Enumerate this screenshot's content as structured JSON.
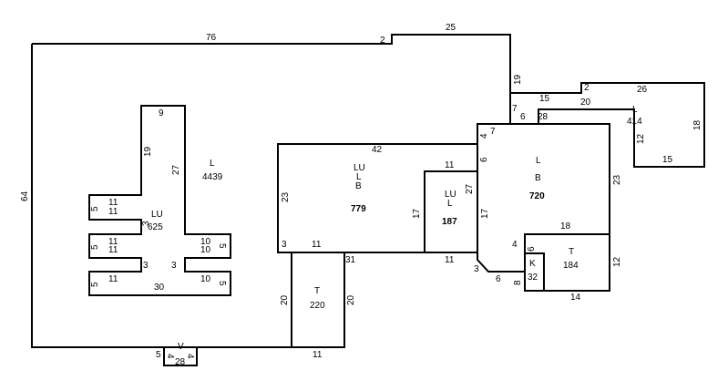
{
  "sketch": {
    "dimensions": {
      "top_left": "76",
      "top_notch": "2",
      "top_right": "25",
      "upper_step": "19",
      "left_side": "64",
      "step_a": "7",
      "step_b": "6",
      "wing_28": "28",
      "wing_15": "15",
      "wing_2": "2",
      "wing_20": "20",
      "wing_26": "26",
      "wing_18": "18",
      "wing_12": "12",
      "wing_15b": "15",
      "cross_9": "9",
      "cross_19": "19",
      "cross_27": "27",
      "cross_11a": "11",
      "cross_11b": "11",
      "cross_5a": "5",
      "cross_3a": "3",
      "cross_11c": "11",
      "cross_11d": "11",
      "cross_5b": "5",
      "cross_10a": "10",
      "cross_10b": "10",
      "cross_5c": "5",
      "cross_3b": "3",
      "cross_3c": "3",
      "cross_11e": "11",
      "cross_10c": "10",
      "cross_5d": "5",
      "cross_5e": "5",
      "cross_30": "30",
      "bldg_42": "42",
      "bldg_23a": "23",
      "bldg_3": "3",
      "bldg_11a": "11",
      "bldg_31": "31",
      "bldg_17a": "17",
      "bldg_11b": "11",
      "bldg_27": "27",
      "bldg_11c": "11",
      "bldg_17b": "17",
      "bldg_4a": "4",
      "bldg_7": "7",
      "bldg_6a": "6",
      "bldg_23b": "23",
      "bldg_18": "18",
      "bldg_4b": "4",
      "bldg_12": "12",
      "bldg_6b": "6",
      "bldg_3b": "3",
      "bldg_6c": "6",
      "bldg_8": "8",
      "bldg_14": "14",
      "t_20a": "20",
      "t_20b": "20",
      "t_11": "11",
      "v_5": "5",
      "v_4a": "4",
      "v_4b": "4",
      "v_28": "28"
    },
    "areas": {
      "main_code": "L",
      "main_value": "4439",
      "cross_code": "LU",
      "cross_value": "625",
      "blk_code1": "LU",
      "blk_code2": "L",
      "blk_code3": "B",
      "blk_value": "779",
      "mid_code1": "LU",
      "mid_code2": "L",
      "mid_value": "187",
      "right_code1": "L",
      "right_code2": "B",
      "right_value": "720",
      "wing_code": "L",
      "wing_value": "414",
      "t1_code": "T",
      "t1_value": "220",
      "t2_code": "T",
      "t2_value": "184",
      "k_code": "K",
      "k_value": "32",
      "v_code": "V",
      "v_value": "28"
    }
  }
}
